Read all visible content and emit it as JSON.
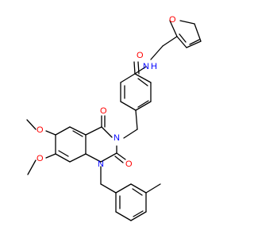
{
  "molecule": {
    "colors": {
      "bond": "#000000",
      "oxygen": "#ff0000",
      "nitrogen": "#0000ff",
      "background": "#ffffff"
    },
    "labels": {
      "furan_o": "O",
      "amide_o": "O",
      "amide_nh": "N",
      "amide_h": "H",
      "methoxy_o_upper": "O",
      "methoxy_o_lower": "O",
      "carbonyl_o_c4": "O",
      "carbonyl_o_c2": "O",
      "n3": "N",
      "n1": "N"
    }
  }
}
